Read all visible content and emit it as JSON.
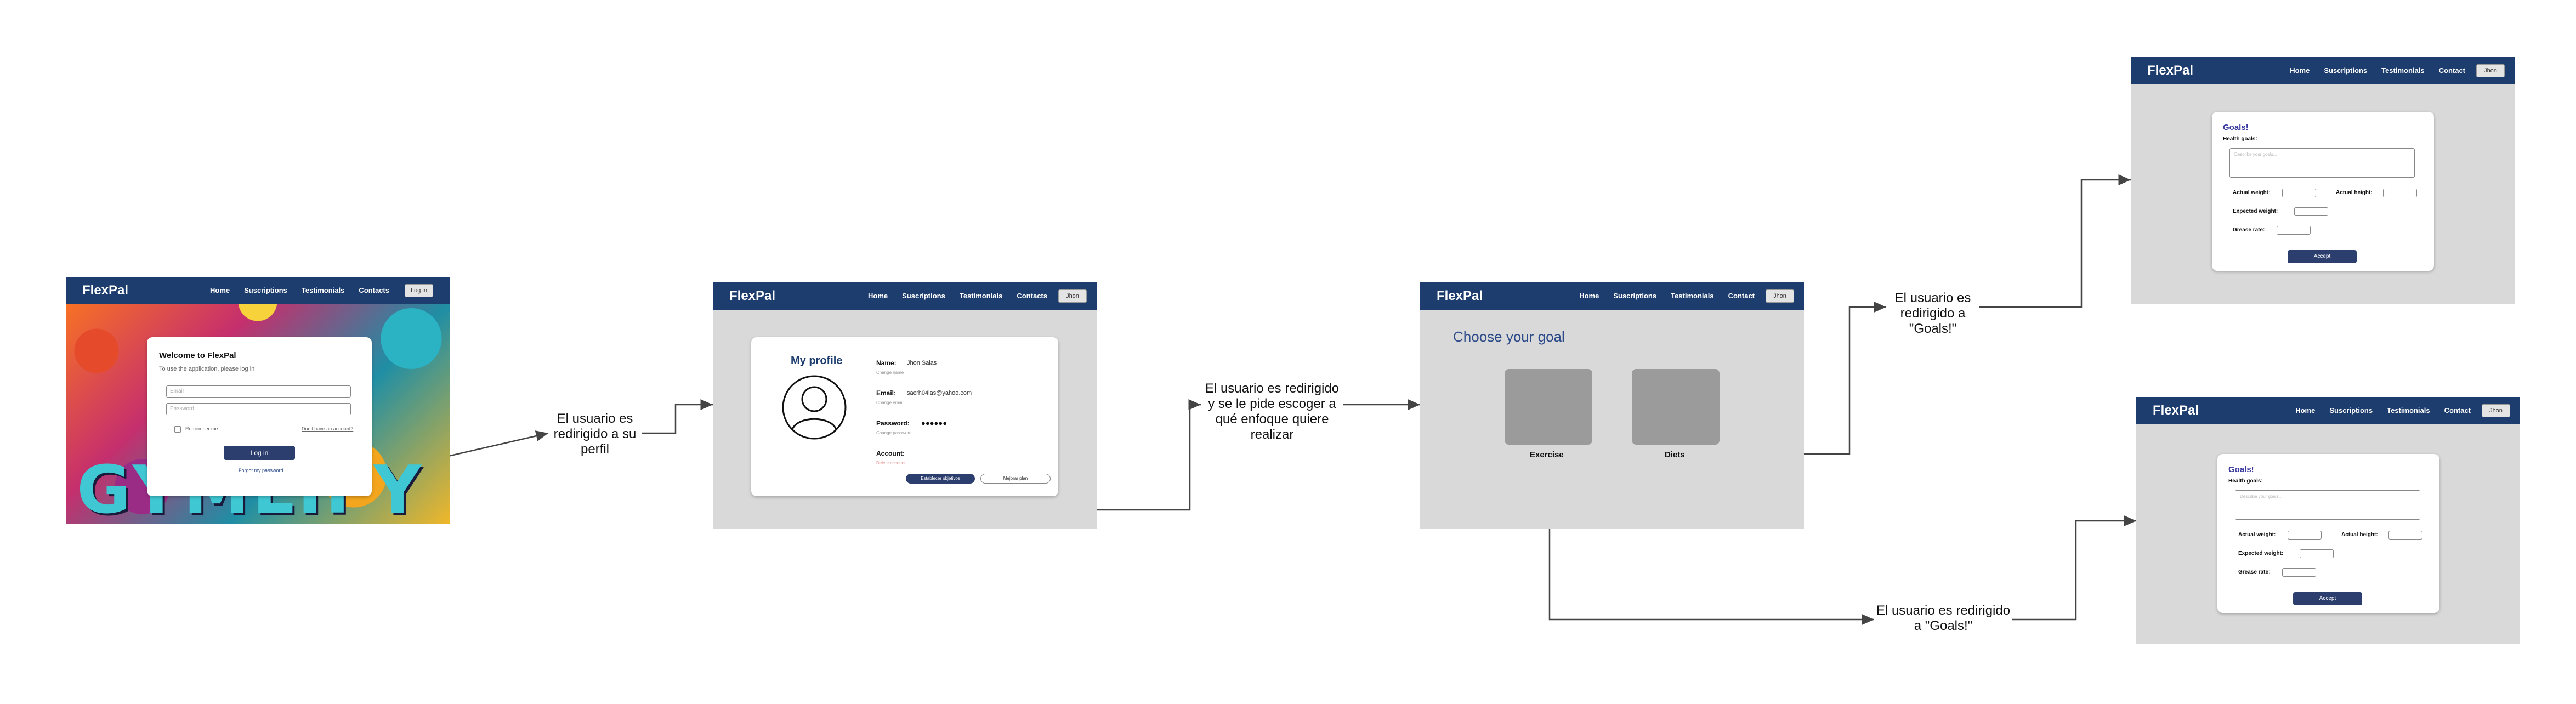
{
  "screens": {
    "login": {
      "brand": "FlexPal",
      "menu": [
        "Home",
        "Suscriptions",
        "Testimonials",
        "Contacts"
      ],
      "nav_button": "Log in",
      "title": "Welcome to FlexPal",
      "subtitle": "To use the application, please log in",
      "email_placeholder": "Email",
      "password_placeholder": "Password",
      "remember": "Remember me",
      "forgot": "Don't have an account?",
      "login_button": "Log in",
      "register_link": "Forgot my password"
    },
    "profile": {
      "brand": "FlexPal",
      "menu": [
        "Home",
        "Suscriptions",
        "Testimonials",
        "Contacts"
      ],
      "nav_button": "Jhon",
      "title": "My profile",
      "name_label": "Name:",
      "name_value": "Jhon Salas",
      "name_hint": "Change name",
      "email_label": "Email:",
      "email_value": "sacrh04las@yahoo.com",
      "email_hint": "Change email",
      "password_label": "Password:",
      "password_value": "●●●●●●",
      "password_hint": "Change password",
      "account_label": "Account:",
      "account_hint": "Delete account",
      "primary_button": "Establecer objetivos",
      "secondary_button": "Mejorar plan"
    },
    "choose": {
      "brand": "FlexPal",
      "menu": [
        "Home",
        "Suscriptions",
        "Testimonials",
        "Contact"
      ],
      "nav_button": "Jhon",
      "title": "Choose your goal",
      "option1": "Exercise",
      "option2": "Diets"
    },
    "goals_top": {
      "brand": "FlexPal",
      "menu": [
        "Home",
        "Suscriptions",
        "Testimonials",
        "Contact"
      ],
      "nav_button": "Jhon",
      "title": "Goals!",
      "health_label": "Health goals:",
      "health_placeholder": "Describe your goals...",
      "weight_label": "Actual weight:",
      "height_label": "Actual height:",
      "expected_label": "Expected weight:",
      "grease_label": "Grease rate:",
      "accept": "Accept"
    },
    "goals_bottom": {
      "brand": "FlexPal",
      "menu": [
        "Home",
        "Suscriptions",
        "Testimonials",
        "Contact"
      ],
      "nav_button": "Jhon",
      "title": "Goals!",
      "health_label": "Health goals:",
      "health_placeholder": "Describe your goals...",
      "weight_label": "Actual weight:",
      "height_label": "Actual height:",
      "expected_label": "Expected weight:",
      "grease_label": "Grease rate:",
      "accept": "Accept"
    }
  },
  "captions": {
    "to_profile": "El usuario es redirigido a su perfil",
    "to_choose": "El usuario es redirigido y se le pide escoger a qué enfoque quiere realizar",
    "to_goals_top": "El usuario es redirigido a \"Goals!\"",
    "to_goals_bottom": "El usuario es redirigido a \"Goals!\""
  },
  "poster_text": "GYMLIFY"
}
